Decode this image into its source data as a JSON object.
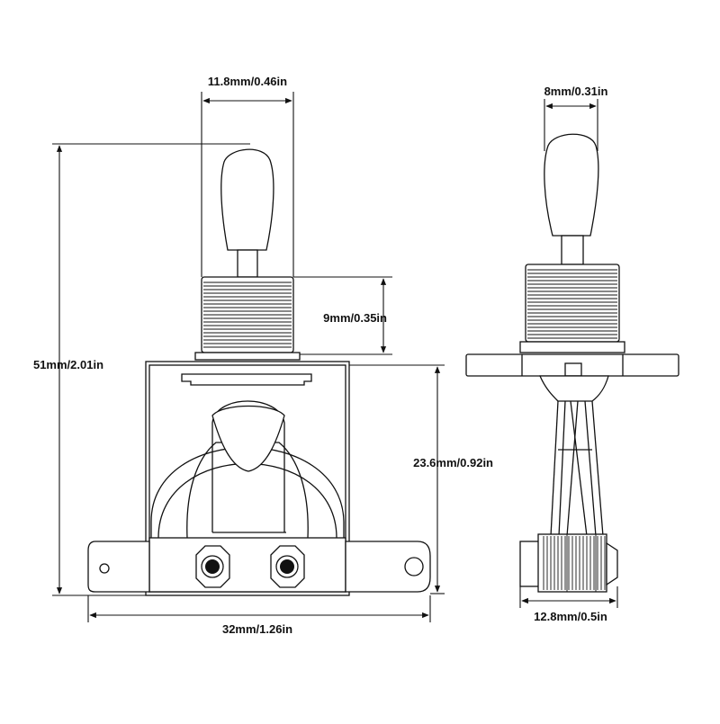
{
  "dimensions": {
    "tip_width": "11.8mm/0.46in",
    "tip_width_side": "8mm/0.31in",
    "bushing_height": "9mm/0.35in",
    "total_height": "51mm/2.01in",
    "body_height": "23.6mm/0.92in",
    "body_width": "32mm/1.26in",
    "side_width": "12.8mm/0.5in"
  },
  "colors": {
    "line": "#111111",
    "background": "#ffffff"
  }
}
